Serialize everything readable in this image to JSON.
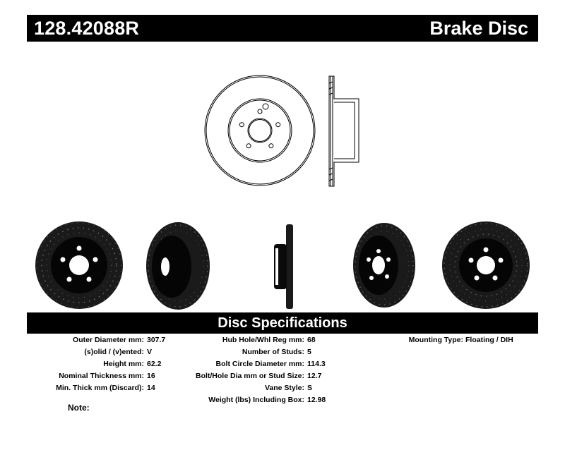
{
  "header": {
    "part_number": "128.42088R",
    "category": "Brake Disc"
  },
  "section": {
    "title": "Disc Specifications"
  },
  "specs": {
    "col1": [
      {
        "label": "Outer Diameter mm:",
        "value": "307.7"
      },
      {
        "label": "(s)olid / (v)ented:",
        "value": "V"
      },
      {
        "label": "Height mm:",
        "value": "62.2"
      },
      {
        "label": "Nominal Thickness mm:",
        "value": "16"
      },
      {
        "label": "Min. Thick mm (Discard):",
        "value": "14"
      }
    ],
    "col2": [
      {
        "label": "Hub Hole/Whl Reg mm:",
        "value": "68"
      },
      {
        "label": "Number of Studs:",
        "value": "5"
      },
      {
        "label": "Bolt Circle Diameter mm:",
        "value": "114.3"
      },
      {
        "label": "Bolt/Hole Dia mm or Stud Size:",
        "value": "12.7"
      },
      {
        "label": "Vane Style:",
        "value": "S"
      },
      {
        "label": "Weight (lbs) Including Box:",
        "value": "12.98"
      }
    ],
    "col3": [
      {
        "label": "Mounting Type:",
        "value": "Floating / DIH"
      }
    ]
  },
  "note": {
    "label": "Note:"
  }
}
